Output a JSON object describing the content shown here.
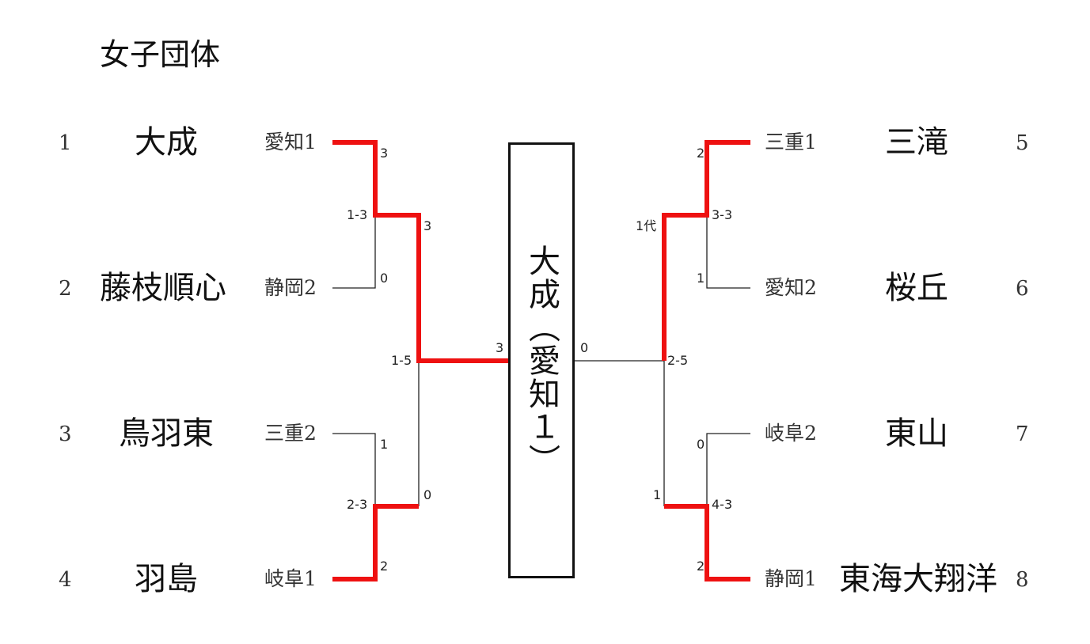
{
  "title": "女子団体",
  "colors": {
    "winner_line": "#ee1111",
    "loser_line": "#222222"
  },
  "left_entries": [
    {
      "seed": "1",
      "team": "大成",
      "pref": "愛知1"
    },
    {
      "seed": "2",
      "team": "藤枝順心",
      "pref": "静岡2"
    },
    {
      "seed": "3",
      "team": "鳥羽東",
      "pref": "三重2"
    },
    {
      "seed": "4",
      "team": "羽島",
      "pref": "岐阜1"
    }
  ],
  "right_entries": [
    {
      "seed": "5",
      "team": "三滝",
      "pref": "三重1"
    },
    {
      "seed": "6",
      "team": "桜丘",
      "pref": "愛知2"
    },
    {
      "seed": "7",
      "team": "東山",
      "pref": "岐阜2"
    },
    {
      "seed": "8",
      "team": "東海大翔洋",
      "pref": "静岡1"
    }
  ],
  "matches": {
    "m1_3": {
      "label": "1-3",
      "score_top": "3",
      "score_bottom": "0"
    },
    "m2_3": {
      "label": "2-3",
      "score_top": "1",
      "score_bottom": "2"
    },
    "m1_5": {
      "label": "1-5",
      "score_top": "3",
      "score_bottom": "0"
    },
    "m3_3": {
      "label": "3-3",
      "score_top": "2",
      "score_bottom": "1",
      "note": "1代"
    },
    "m4_3": {
      "label": "4-3",
      "score_top": "0",
      "score_bottom": "2"
    },
    "m2_5": {
      "label": "2-5",
      "score_top": "",
      "score_bottom": "1"
    },
    "final": {
      "score_left": "3",
      "score_right": "0"
    }
  },
  "champion": "大成（愛知１）"
}
